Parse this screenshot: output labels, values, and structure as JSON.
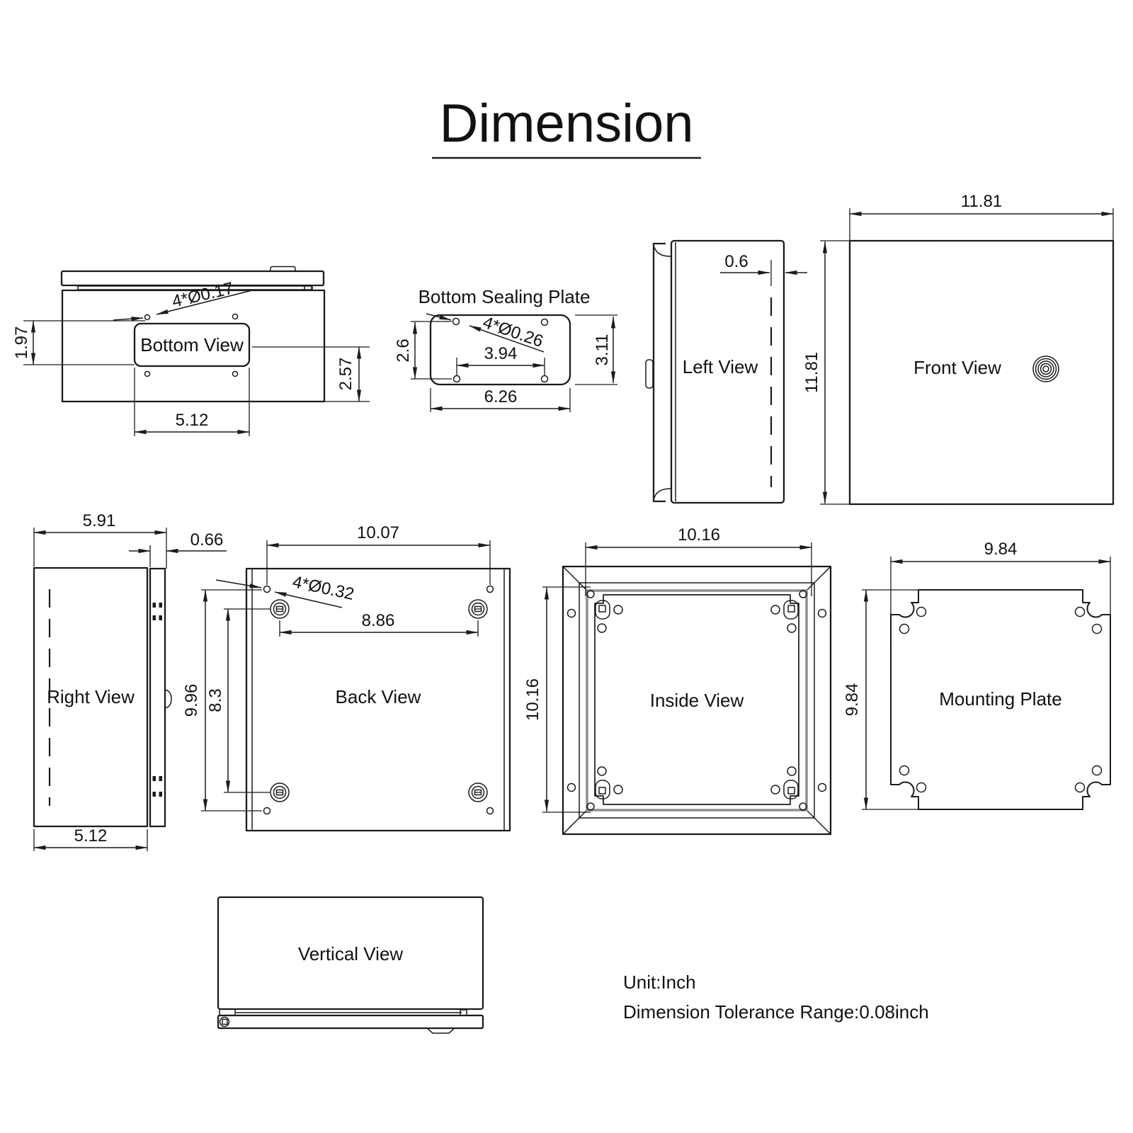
{
  "title": "Dimension",
  "views": {
    "bottom": {
      "label": "Bottom View",
      "hole_note": "4*Ø0.17",
      "dim_left": "1.97",
      "dim_right": "2.57",
      "dim_bottom": "5.12"
    },
    "sealing": {
      "label": "Bottom Sealing Plate",
      "hole_note": "4*Ø0.26",
      "dim_left": "2.6",
      "dim_inner": "3.94",
      "dim_right": "3.11",
      "dim_bottom": "6.26"
    },
    "left": {
      "label": "Left View",
      "dim_offset": "0.6",
      "dim_height": "11.81"
    },
    "front": {
      "label": "Front View",
      "dim_width": "11.81"
    },
    "right": {
      "label": "Right View",
      "dim_depth": "5.91",
      "dim_body": "0.66",
      "dim_door": "5.12"
    },
    "back": {
      "label": "Back View",
      "dim_width": "10.07",
      "hole_note": "4*Ø0.32",
      "dim_inner_width": "8.86",
      "dim_height": "9.96",
      "dim_inner_height": "8.3"
    },
    "inside": {
      "label": "Inside View",
      "dim_width": "10.16",
      "dim_height": "10.16"
    },
    "plate": {
      "label": "Mounting Plate",
      "dim_width": "9.84",
      "dim_height": "9.84"
    },
    "vertical": {
      "label": "Vertical View"
    }
  },
  "notes": {
    "unit": "Unit:Inch",
    "tolerance": "Dimension Tolerance Range:0.08inch"
  }
}
